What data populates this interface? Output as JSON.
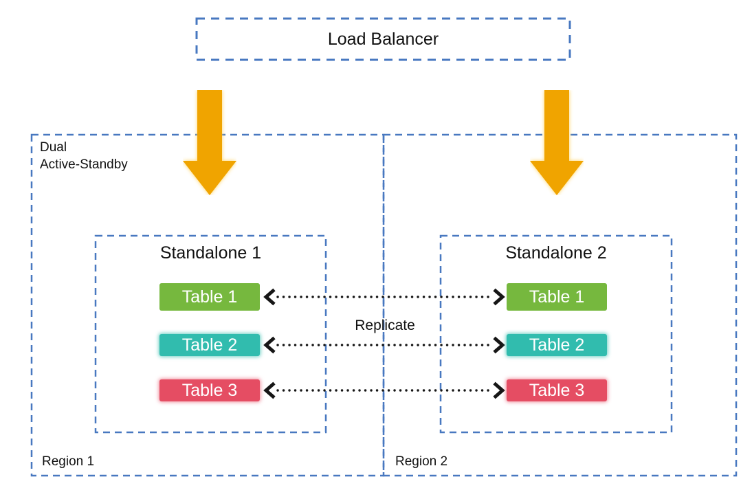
{
  "colors": {
    "border_blue": "#4878c0",
    "arrow_gold": "#f0a400",
    "line_black": "#161616",
    "table_green": "#76b83e",
    "table_teal": "#31bcae",
    "table_red": "#e54d63",
    "table_text": "#ffffff"
  },
  "load_balancer": {
    "label": "Load Balancer"
  },
  "mode_label": {
    "line1": "Dual",
    "line2": "Active-Standby"
  },
  "replicate_label": "Replicate",
  "regions": [
    {
      "name": "Region 1",
      "standalone": {
        "title": "Standalone 1",
        "tables": [
          {
            "label": "Table 1",
            "color": "#76b83e"
          },
          {
            "label": "Table 2",
            "color": "#31bcae"
          },
          {
            "label": "Table 3",
            "color": "#e54d63"
          }
        ]
      }
    },
    {
      "name": "Region 2",
      "standalone": {
        "title": "Standalone 2",
        "tables": [
          {
            "label": "Table 1",
            "color": "#76b83e"
          },
          {
            "label": "Table 2",
            "color": "#31bcae"
          },
          {
            "label": "Table 3",
            "color": "#e54d63"
          }
        ]
      }
    }
  ]
}
